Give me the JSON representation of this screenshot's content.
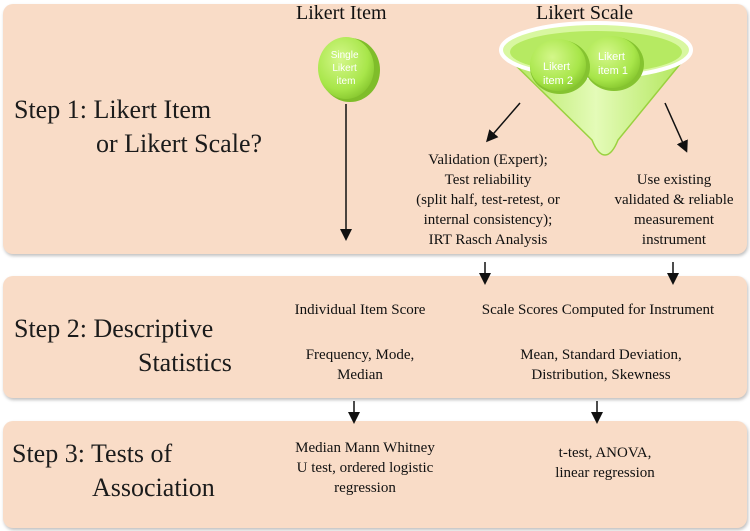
{
  "step1": {
    "title_line1": "Step 1:  Likert Item",
    "title_line2": "or Likert Scale?",
    "likert_item_header": "Likert Item",
    "likert_scale_header": "Likert Scale",
    "single_item_label": [
      "Single",
      "Likert",
      "item"
    ],
    "scale_item1_label": [
      "Likert",
      "item 1"
    ],
    "scale_item2_label": [
      "Likert",
      "item 2"
    ],
    "validation_text": [
      "Validation (Expert);",
      "Test reliability",
      "(split half, test-retest, or",
      "internal consistency);",
      "IRT Rasch Analysis"
    ],
    "existing_text": [
      "Use existing",
      "validated & reliable",
      "measurement",
      "instrument"
    ]
  },
  "step2": {
    "title_line1": "Step 2:  Descriptive",
    "title_line2": "Statistics",
    "item_header": "Individual Item Score",
    "item_stats": [
      "Frequency, Mode,",
      "Median"
    ],
    "scale_header": "Scale Scores Computed for Instrument",
    "scale_stats": [
      "Mean, Standard Deviation,",
      "Distribution, Skewness"
    ]
  },
  "step3": {
    "title_line1": "Step 3:  Tests of",
    "title_line2": "Association",
    "item_tests": [
      "Median Mann Whitney",
      "U test, ordered logistic",
      "regression"
    ],
    "scale_tests": [
      "t-test, ANOVA,",
      "linear regression"
    ]
  },
  "colors": {
    "band": "#f9dcc7",
    "green": "#b2ec56",
    "green_dark": "#88c834"
  }
}
